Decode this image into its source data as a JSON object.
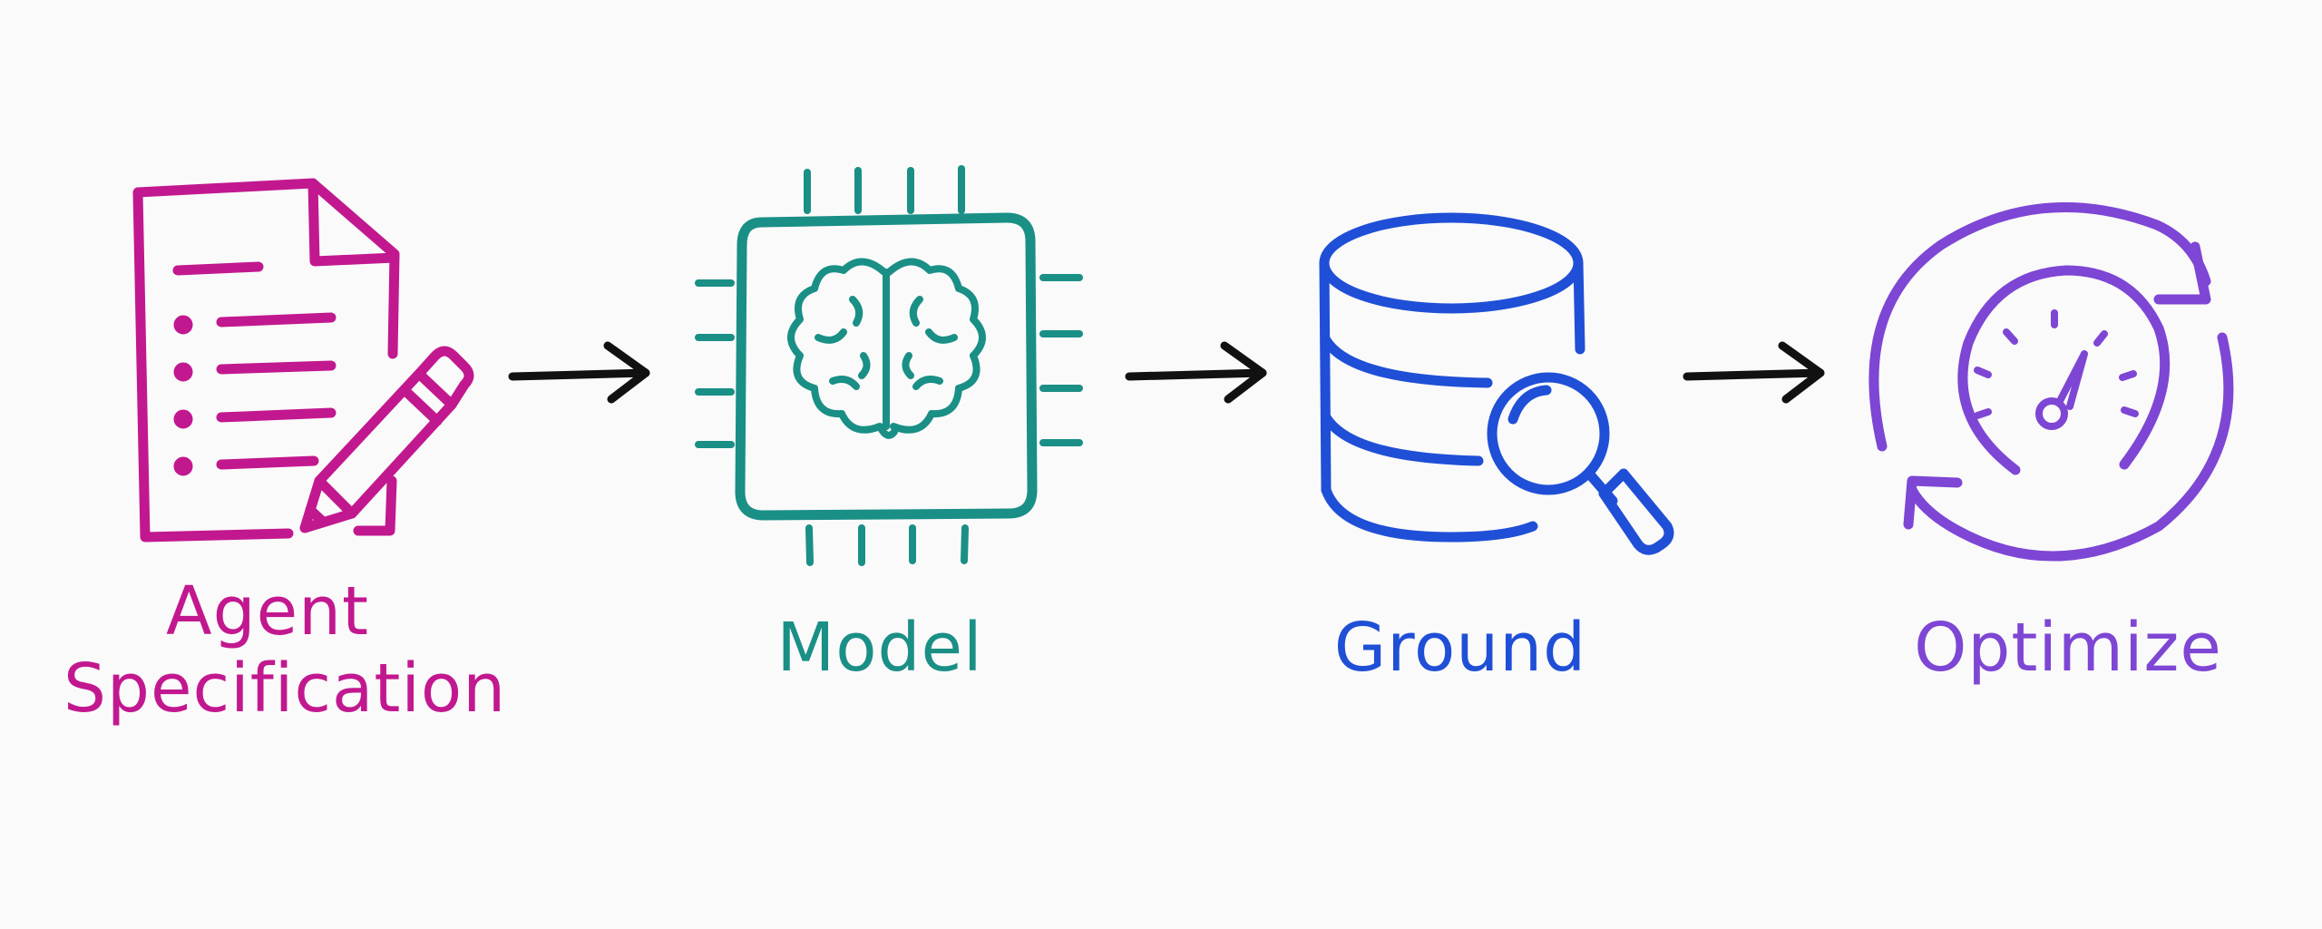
{
  "colors": {
    "background": "#fafafa",
    "spec": "#c2188f",
    "model": "#1a8f86",
    "ground": "#1f4fd6",
    "optimize": "#7e46d4",
    "arrow": "#111111"
  },
  "steps": [
    {
      "label_line1": "Agent",
      "label_line2": "Specification",
      "icon": "document-pencil-icon"
    },
    {
      "label": "Model",
      "icon": "chip-brain-icon"
    },
    {
      "label": "Ground",
      "icon": "database-search-icon"
    },
    {
      "label": "Optimize",
      "icon": "gauge-cycle-icon"
    }
  ]
}
